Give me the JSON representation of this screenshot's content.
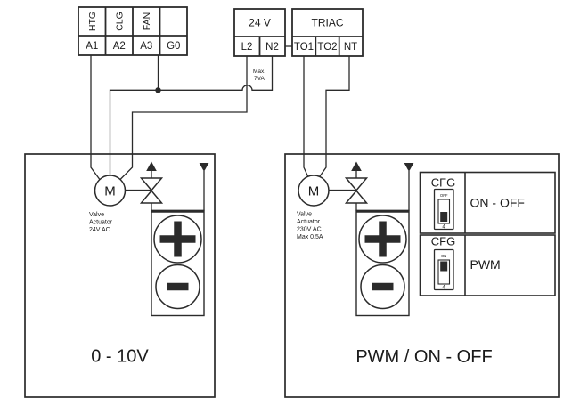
{
  "colors": {
    "line": "#2b2b2b",
    "text": "#1a1a1a",
    "background": "#ffffff"
  },
  "controller_block": {
    "signal_labels": [
      "HTG",
      "CLG",
      "FAN",
      ""
    ],
    "terminal_labels": [
      "A1",
      "A2",
      "A3",
      "G0"
    ]
  },
  "power_block": {
    "title": "24 V",
    "terminals": [
      "L2",
      "N2"
    ],
    "note_lines": [
      "Max.",
      "7VA"
    ]
  },
  "triac_block": {
    "title": "TRIAC",
    "terminals": [
      "TO1",
      "TO2",
      "NT"
    ]
  },
  "left_unit": {
    "motor_symbol": "M",
    "caption_lines": [
      "Valve",
      "Actuator",
      "24V AC"
    ],
    "mode_label": "0 - 10V"
  },
  "right_unit": {
    "motor_symbol": "M",
    "caption_lines": [
      "Valve",
      "Actuator",
      "230V AC",
      "Max 0.5A"
    ],
    "mode_label": "PWM / ON - OFF"
  },
  "cfg_panel": {
    "rows": [
      {
        "title": "CFG",
        "switch_position_label": "OFF",
        "switch_number": "4",
        "mode_label": "ON - OFF"
      },
      {
        "title": "CFG",
        "switch_position_label": "ON",
        "switch_number": "4",
        "mode_label": "PWM"
      }
    ]
  },
  "icons": {
    "plus": "plus-symbol",
    "minus": "minus-symbol",
    "arrow_up": "flow-arrow-up",
    "arrow_down": "flow-arrow-down",
    "valve": "valve-bowtie",
    "motor": "motor-circle"
  }
}
